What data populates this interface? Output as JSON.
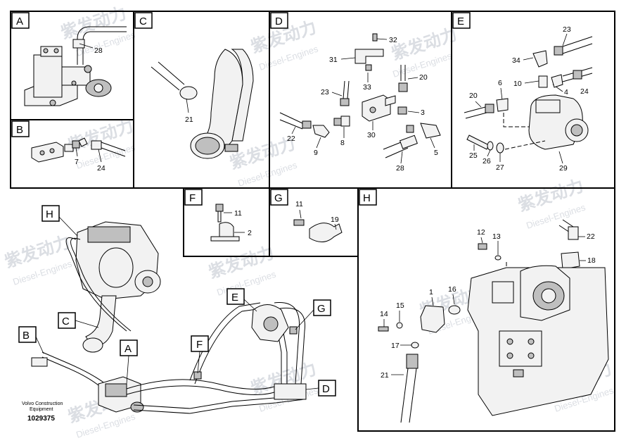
{
  "watermark": {
    "brand": "紫发动力",
    "brand_en": "Diesel-Engines"
  },
  "sections": {
    "A": "A",
    "B": "B",
    "C": "C",
    "D": "D",
    "E": "E",
    "F": "F",
    "G": "G",
    "H": "H"
  },
  "main_tags": [
    "H",
    "C",
    "B",
    "A",
    "F",
    "E",
    "G",
    "D"
  ],
  "callouts": {
    "A": [
      "28"
    ],
    "B": [
      "7",
      "24"
    ],
    "C": [
      "21"
    ],
    "D": [
      "32",
      "31",
      "33",
      "20",
      "23",
      "3",
      "22",
      "9",
      "8",
      "30",
      "5",
      "28"
    ],
    "E": [
      "23",
      "34",
      "10",
      "4",
      "20",
      "24",
      "6",
      "25",
      "26",
      "27",
      "29"
    ],
    "F": [
      "11",
      "2"
    ],
    "G": [
      "11",
      "19"
    ],
    "H": [
      "12",
      "13",
      "22",
      "18",
      "1",
      "16",
      "14",
      "15",
      "17",
      "21"
    ]
  },
  "caption": {
    "company": "Volvo Construction",
    "sub": "Equipment",
    "figure_id": "1029375"
  }
}
